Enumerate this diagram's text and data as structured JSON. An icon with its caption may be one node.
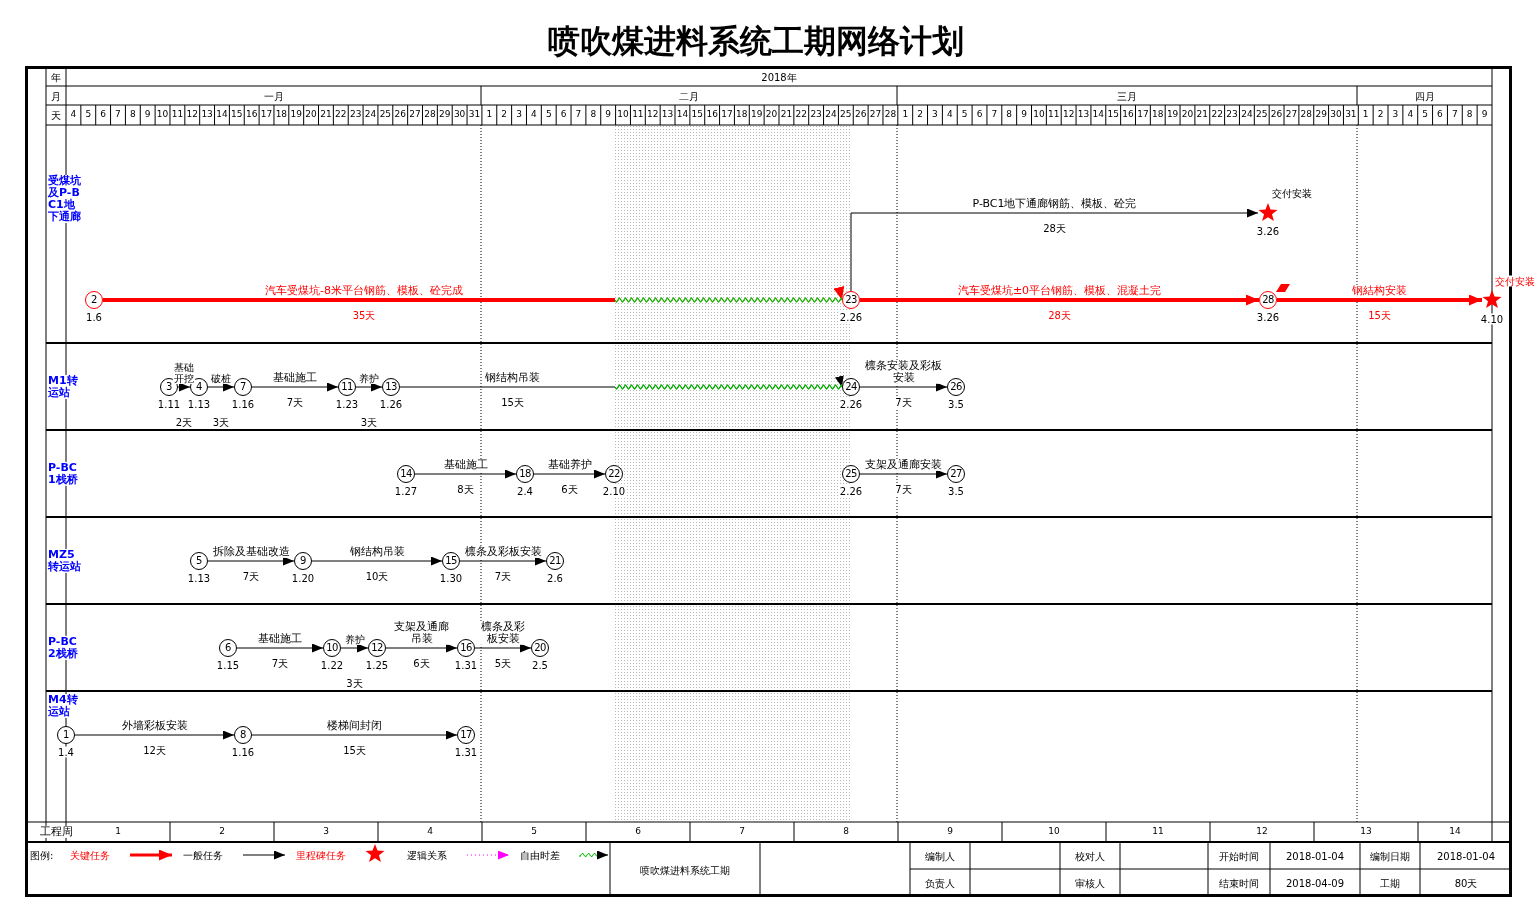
{
  "diagram": {
    "title": "喷吹煤进料系统工期网络计划",
    "nodes": [
      {
        "text": [
          "2"
        ],
        "beside": [
          "1.6"
        ]
      },
      {
        "text": [
          "23"
        ],
        "beside": [
          "2.26"
        ]
      },
      {
        "text": [],
        "shape": "star",
        "beside": [
          "交付安装",
          "3.26"
        ]
      },
      {
        "text": [
          "28"
        ],
        "beside": [
          "3.26"
        ]
      },
      {
        "text": [],
        "shape": "star",
        "beside": [
          "交付安装",
          "4.10"
        ]
      },
      {
        "text": [
          "3"
        ],
        "beside": [
          "1.11"
        ]
      },
      {
        "text": [
          "4"
        ],
        "beside": [
          "1.13"
        ]
      },
      {
        "text": [
          "7"
        ],
        "beside": [
          "1.16"
        ]
      },
      {
        "text": [
          "11"
        ],
        "beside": [
          "1.23"
        ]
      },
      {
        "text": [
          "13"
        ],
        "beside": [
          "1.26"
        ]
      },
      {
        "text": [
          "24"
        ],
        "beside": [
          "2.26"
        ]
      },
      {
        "text": [
          "26"
        ],
        "beside": [
          "3.5"
        ]
      },
      {
        "text": [
          "14"
        ],
        "beside": [
          "1.27"
        ]
      },
      {
        "text": [
          "18"
        ],
        "beside": [
          "2.4"
        ]
      },
      {
        "text": [
          "22"
        ],
        "beside": [
          "2.10"
        ]
      },
      {
        "text": [
          "25"
        ],
        "beside": [
          "2.26"
        ]
      },
      {
        "text": [
          "27"
        ],
        "beside": [
          "3.5"
        ]
      },
      {
        "text": [
          "5"
        ],
        "beside": [
          "1.13"
        ]
      },
      {
        "text": [
          "9"
        ],
        "beside": [
          "1.20"
        ]
      },
      {
        "text": [
          "15"
        ],
        "beside": [
          "1.30"
        ]
      },
      {
        "text": [
          "21"
        ],
        "beside": [
          "2.6"
        ]
      },
      {
        "text": [
          "6"
        ],
        "beside": [
          "1.15"
        ]
      },
      {
        "text": [
          "10"
        ],
        "beside": [
          "1.22"
        ]
      },
      {
        "text": [
          "12"
        ],
        "beside": [
          "1.25"
        ]
      },
      {
        "text": [
          "16"
        ],
        "beside": [
          "1.31"
        ]
      },
      {
        "text": [
          "20"
        ],
        "beside": [
          "2.5"
        ]
      },
      {
        "text": [
          "1"
        ],
        "beside": [
          "1.4"
        ]
      },
      {
        "text": [
          "8"
        ],
        "beside": [
          "1.16"
        ]
      },
      {
        "text": [
          "17"
        ],
        "beside": [
          "1.31"
        ]
      }
    ],
    "edges": [
      {
        "from": 0,
        "to": 1,
        "arrow": "to",
        "label": "汽车受煤坑-8米平台钢筋、模板、砼完成",
        "style": "thick",
        "color": "#ff0000"
      },
      {
        "from": 1,
        "to": 2,
        "arrow": "to",
        "label": "P-BC1地下通廊钢筋、模板、砼完"
      },
      {
        "from": 1,
        "to": 3,
        "arrow": "to",
        "label": "汽车受煤坑±0平台钢筋、模板、混凝土完",
        "style": "thick",
        "color": "#ff0000"
      },
      {
        "from": 3,
        "to": 4,
        "arrow": "to",
        "label": "钢結构安装",
        "style": "thick",
        "color": "#ff0000"
      },
      {
        "from": 5,
        "to": 6,
        "arrow": "to",
        "label": "基础开挖"
      },
      {
        "from": 6,
        "to": 7,
        "arrow": "to",
        "label": "破桩"
      },
      {
        "from": 7,
        "to": 8,
        "arrow": "to",
        "label": "基础施工"
      },
      {
        "from": 8,
        "to": 9,
        "arrow": "to",
        "label": "养护"
      },
      {
        "from": 9,
        "to": 10,
        "arrow": "to",
        "label": "钢结构吊装"
      },
      {
        "from": 10,
        "to": 11,
        "arrow": "to",
        "label": "檩条安装及彩板安装"
      },
      {
        "from": 12,
        "to": 13,
        "arrow": "to",
        "label": "基础施工"
      },
      {
        "from": 13,
        "to": 14,
        "arrow": "to",
        "label": "基础养护"
      },
      {
        "from": 15,
        "to": 16,
        "arrow": "to",
        "label": "支架及通廊安装"
      },
      {
        "from": 17,
        "to": 18,
        "arrow": "to",
        "label": "拆除及基础改造"
      },
      {
        "from": 18,
        "to": 19,
        "arrow": "to",
        "label": "钢结构吊装"
      },
      {
        "from": 19,
        "to": 20,
        "arrow": "to",
        "label": "檩条及彩板安装"
      },
      {
        "from": 21,
        "to": 22,
        "arrow": "to",
        "label": "基础施工"
      },
      {
        "from": 22,
        "to": 23,
        "arrow": "to",
        "label": "养护"
      },
      {
        "from": 23,
        "to": 24,
        "arrow": "to",
        "label": "支架及通廊吊装"
      },
      {
        "from": 24,
        "to": 25,
        "arrow": "to",
        "label": "檩条及彩板安装"
      },
      {
        "from": 26,
        "to": 27,
        "arrow": "to",
        "label": "外墙彩板安装"
      },
      {
        "from": 27,
        "to": 28,
        "arrow": "to",
        "label": "楼梯间封闭"
      }
    ],
    "labels": [
      "年",
      "2018年",
      "月",
      "一月",
      "二月",
      "三月",
      "四月",
      "天",
      "4",
      "5",
      "6",
      "7",
      "8",
      "9",
      "10",
      "11",
      "12",
      "13",
      "14",
      "15",
      "16",
      "17",
      "18",
      "19",
      "20",
      "21",
      "22",
      "23",
      "24",
      "25",
      "26",
      "27",
      "28",
      "29",
      "30",
      "31",
      "1",
      "2",
      "3",
      "4",
      "5",
      "6",
      "7",
      "8",
      "9",
      "10",
      "11",
      "12",
      "13",
      "14",
      "15",
      "16",
      "17",
      "18",
      "19",
      "20",
      "21",
      "22",
      "23",
      "24",
      "25",
      "26",
      "27",
      "28",
      "1",
      "2",
      "3",
      "4",
      "5",
      "6",
      "7",
      "8",
      "9",
      "10",
      "11",
      "12",
      "13",
      "14",
      "15",
      "16",
      "17",
      "18",
      "19",
      "20",
      "21",
      "22",
      "23",
      "24",
      "25",
      "26",
      "27",
      "28",
      "29",
      "30",
      "31",
      "1",
      "2",
      "3",
      "4",
      "5",
      "6",
      "7",
      "8",
      "9",
      "受煤坑及P-BC1地下通廊",
      "M1转运站",
      "P-BC1栈桥",
      "MZ5转运站",
      "P-BC2栈桥",
      "M4转运站",
      "35天",
      "28天",
      "28天",
      "15天",
      "2天",
      "3天",
      "7天",
      "3天",
      "15天",
      "7天",
      "8天",
      "6天",
      "7天",
      "7天",
      "10天",
      "7天",
      "7天",
      "3天",
      "6天",
      "5天",
      "12天",
      "15天",
      "工程周",
      "1",
      "2",
      "3",
      "4",
      "5",
      "6",
      "7",
      "8",
      "9",
      "10",
      "11",
      "12",
      "13",
      "14",
      "图例:",
      "喷吹煤进料系统工期",
      "编制人",
      "校对人",
      "开始时间",
      "2018-01-04",
      "编制日期",
      "2018-01-04",
      "负责人",
      "审核人",
      "结束时间",
      "2018-04-09",
      "工期",
      "80天"
    ],
    "legend": [
      {
        "text": "关键任务"
      },
      {
        "text": "一般任务"
      },
      {
        "text": "里程碑任务"
      },
      {
        "text": "逻辑关系"
      },
      {
        "text": "自由时差"
      }
    ]
  }
}
